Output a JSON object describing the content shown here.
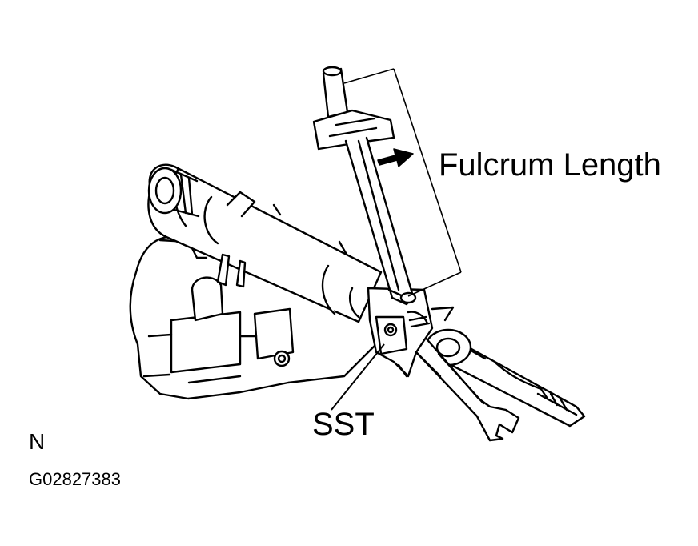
{
  "labels": {
    "fulcrum_length": "Fulcrum Length",
    "sst": "SST",
    "corner_mark": "N",
    "figure_code": "G02827383"
  },
  "colors": {
    "ink": "#000000",
    "paper": "#ffffff"
  }
}
